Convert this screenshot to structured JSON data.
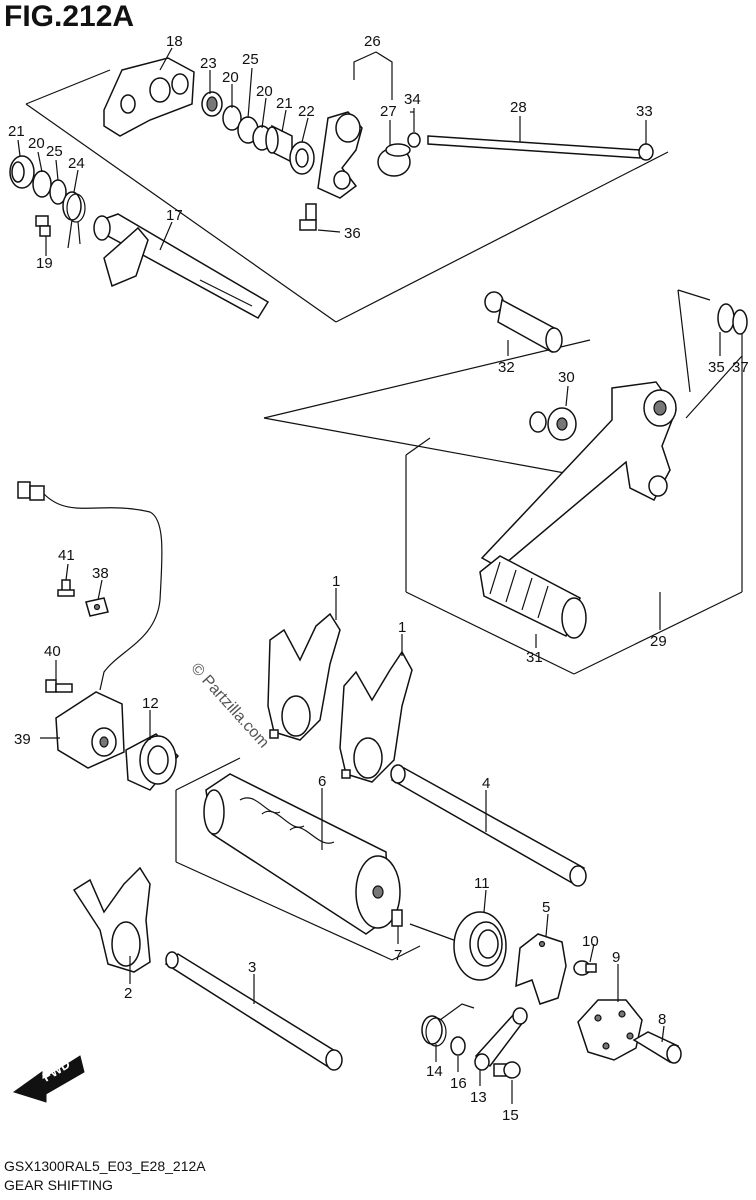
{
  "figure": {
    "title": "FIG.212A",
    "code": "GSX1300RAL5_E03_E28_212A",
    "caption": "GEAR SHIFTING",
    "watermark": "© Partzilla.com",
    "direction_label": "FWD"
  },
  "callouts": [
    {
      "id": "c1a",
      "label": "1"
    },
    {
      "id": "c1b",
      "label": "1"
    },
    {
      "id": "c2",
      "label": "2"
    },
    {
      "id": "c3",
      "label": "3"
    },
    {
      "id": "c4",
      "label": "4"
    },
    {
      "id": "c5",
      "label": "5"
    },
    {
      "id": "c6",
      "label": "6"
    },
    {
      "id": "c7",
      "label": "7"
    },
    {
      "id": "c8",
      "label": "8"
    },
    {
      "id": "c9",
      "label": "9"
    },
    {
      "id": "c10",
      "label": "10"
    },
    {
      "id": "c11",
      "label": "11"
    },
    {
      "id": "c12",
      "label": "12"
    },
    {
      "id": "c13",
      "label": "13"
    },
    {
      "id": "c14",
      "label": "14"
    },
    {
      "id": "c15",
      "label": "15"
    },
    {
      "id": "c16",
      "label": "16"
    },
    {
      "id": "c17",
      "label": "17"
    },
    {
      "id": "c18",
      "label": "18"
    },
    {
      "id": "c19",
      "label": "19"
    },
    {
      "id": "c20a",
      "label": "20"
    },
    {
      "id": "c20b",
      "label": "20"
    },
    {
      "id": "c20c",
      "label": "20"
    },
    {
      "id": "c21a",
      "label": "21"
    },
    {
      "id": "c21b",
      "label": "21"
    },
    {
      "id": "c22",
      "label": "22"
    },
    {
      "id": "c23",
      "label": "23"
    },
    {
      "id": "c24",
      "label": "24"
    },
    {
      "id": "c25a",
      "label": "25"
    },
    {
      "id": "c25b",
      "label": "25"
    },
    {
      "id": "c26",
      "label": "26"
    },
    {
      "id": "c27",
      "label": "27"
    },
    {
      "id": "c28",
      "label": "28"
    },
    {
      "id": "c29",
      "label": "29"
    },
    {
      "id": "c30",
      "label": "30"
    },
    {
      "id": "c31",
      "label": "31"
    },
    {
      "id": "c32",
      "label": "32"
    },
    {
      "id": "c33",
      "label": "33"
    },
    {
      "id": "c34",
      "label": "34"
    },
    {
      "id": "c35",
      "label": "35"
    },
    {
      "id": "c36",
      "label": "36"
    },
    {
      "id": "c37",
      "label": "37"
    },
    {
      "id": "c38",
      "label": "38"
    },
    {
      "id": "c39",
      "label": "39"
    },
    {
      "id": "c40",
      "label": "40"
    },
    {
      "id": "c41",
      "label": "41"
    }
  ]
}
